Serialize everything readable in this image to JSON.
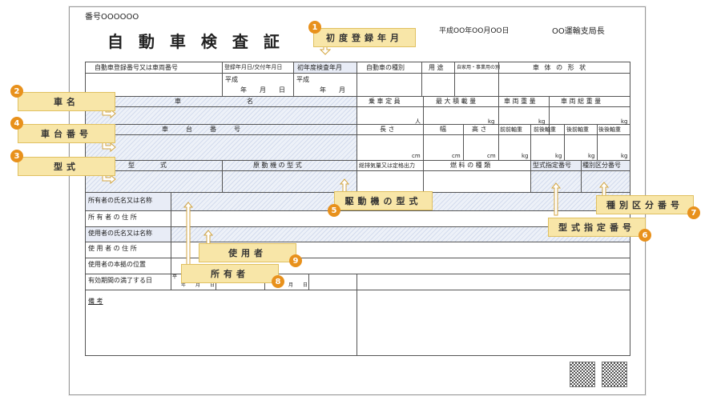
{
  "doc": {
    "number": "番号OOOOOO",
    "title": "自 動 車 検 査 証",
    "date": "平成OO年OO月OO日",
    "issuer": "OO運輸支局長"
  },
  "row1": {
    "reg_no": "自動車登録番号又は車両番号",
    "reg_date": "登録年月日/交付年月日",
    "first_reg": "初年度検査年月",
    "kind": "自動車の種別",
    "use": "用 途",
    "purpose": "自家用・事業用の別",
    "body": "車 体 の 形 状",
    "heisei1": "平成",
    "ymd": "年　　月　　日",
    "heisei2": "平成",
    "ym": "年　　月"
  },
  "row2": {
    "name": "車　　　　　　　　名",
    "capacity": "乗 車 定 員",
    "max_load": "最 大 積 載 量",
    "weight": "車 両 重 量",
    "gross": "車 両 総 重 量",
    "unit_person": "人",
    "unit_kg1": "kg",
    "unit_kg2": "kg",
    "unit_kg3": "kg"
  },
  "row3": {
    "chassis": "車　　台　　番　　号",
    "length": "長 さ",
    "width": "幅",
    "height": "高 さ",
    "front_front": "前前軸重",
    "front_rear": "前後軸重",
    "rear_front": "後前軸重",
    "rear_rear": "後後軸重",
    "cm": "cm",
    "kg": "kg"
  },
  "row4": {
    "model": "型　　　式",
    "engine": "原 動 機 の 型 式",
    "displacement": "総排気量又は定格出力",
    "fuel": "燃 料 の 種 類",
    "type_no": "型式指定番号",
    "class_no": "種別区分番号"
  },
  "owners": {
    "owner_name": "所有者の氏名又は名称",
    "owner_addr": "所 有 者 の 住 所",
    "user_name": "使用者の氏名又は名称",
    "user_addr": "使 用 者 の 住 所",
    "user_base": "使用者の本拠の位置",
    "expiry": "有効期間の満了する日",
    "expiry_h": "平",
    "expiry_ymd": "年　　月　　日",
    "expiry_md": "月　　日",
    "remarks": "備 考"
  },
  "callouts": [
    {
      "n": "1",
      "label": "初度登録年月"
    },
    {
      "n": "2",
      "label": "車名"
    },
    {
      "n": "4",
      "label": "車台番号"
    },
    {
      "n": "3",
      "label": "型式"
    },
    {
      "n": "5",
      "label": "駆動機の型式"
    },
    {
      "n": "6",
      "label": "型式指定番号"
    },
    {
      "n": "7",
      "label": "種別区分番号"
    },
    {
      "n": "8",
      "label": "所有者"
    },
    {
      "n": "9",
      "label": "使用者"
    }
  ]
}
